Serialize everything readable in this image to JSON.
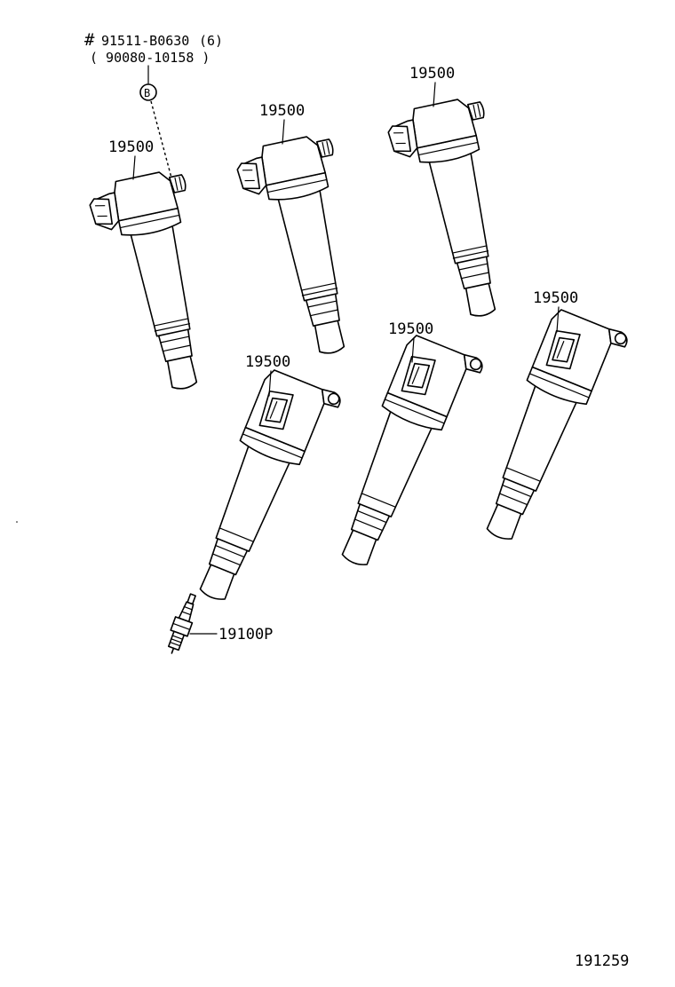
{
  "labels": {
    "fastener_number": "91511-B0630",
    "fastener_qty": "(6)",
    "fastener_alt": "( 90080-10158 )",
    "hash_mark": "#",
    "ref_letter": "B",
    "coil_1": "19500",
    "coil_2": "19500",
    "coil_3": "19500",
    "coil_4": "19500",
    "coil_5": "19500",
    "coil_6": "19500",
    "spark_plug": "19100P",
    "figure_number": "191259"
  }
}
